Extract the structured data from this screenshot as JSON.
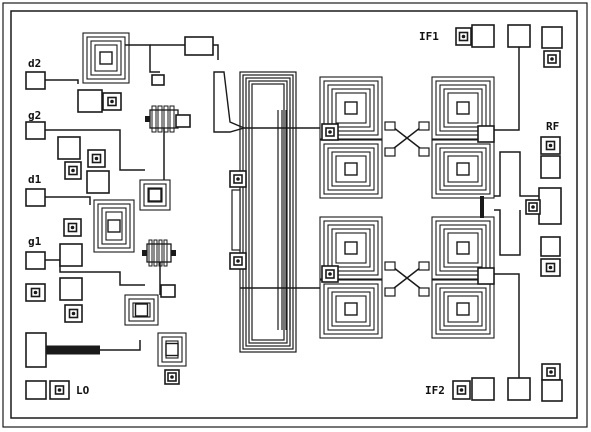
{
  "labels": {
    "d2": "d2",
    "g2": "g2",
    "d1": "d1",
    "g1": "g1",
    "lo": "LO",
    "if1": "IF1",
    "if2": "IF2",
    "rf": "RF"
  },
  "colors": {
    "background": "#ffffff",
    "metal": "#1a1a1a",
    "pad": "#ffffff"
  }
}
